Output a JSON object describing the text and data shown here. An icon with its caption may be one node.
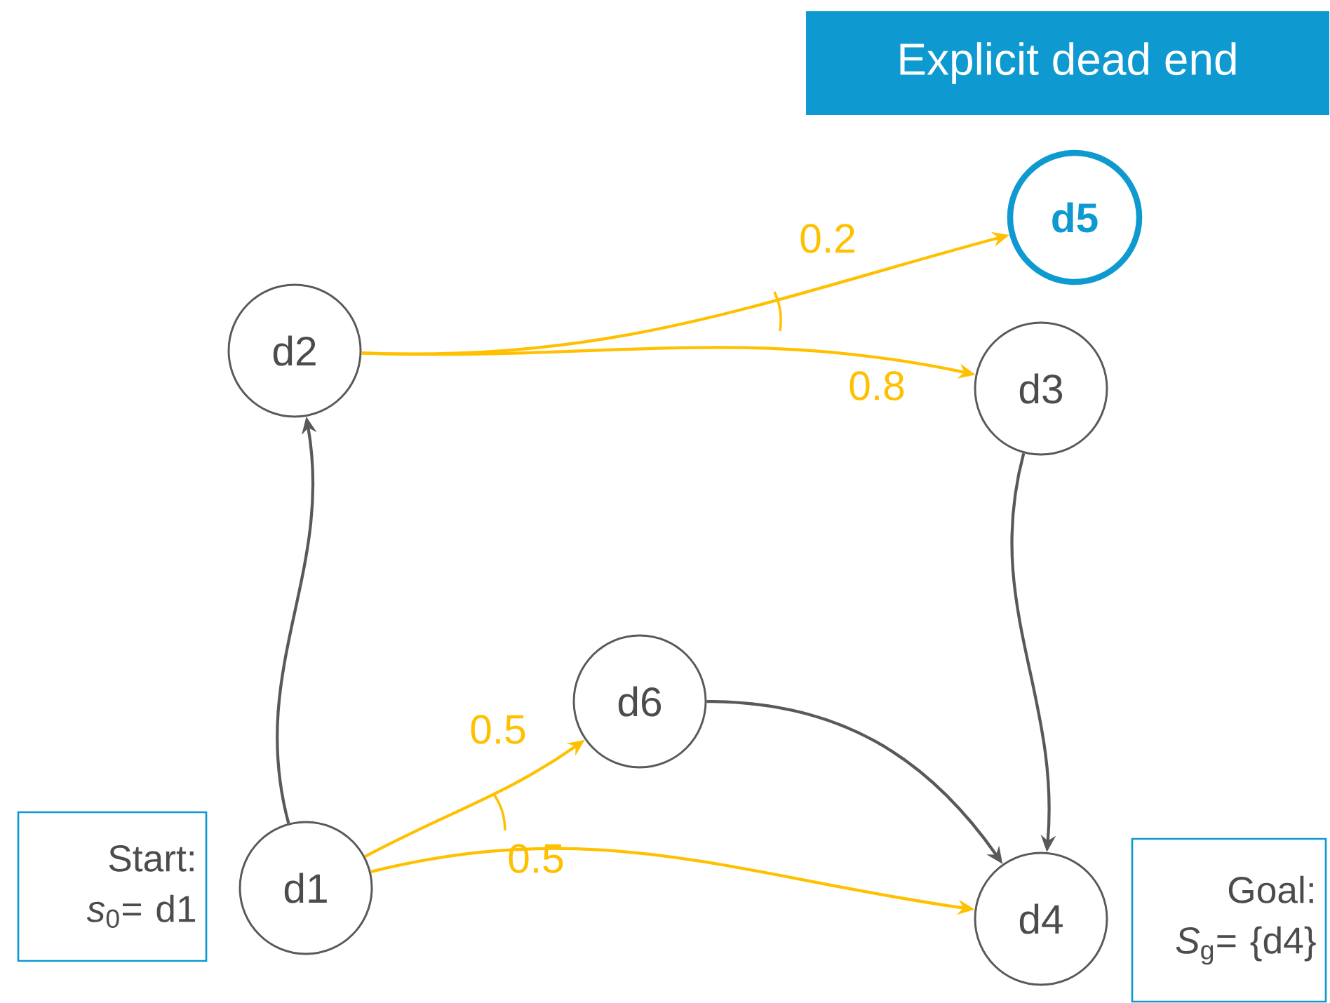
{
  "diagram": {
    "title": "Explicit dead end",
    "nodes": [
      {
        "text": [
          "d1"
        ]
      },
      {
        "text": [
          "d2"
        ]
      },
      {
        "text": [
          "d3"
        ]
      },
      {
        "text": [
          "d4"
        ]
      },
      {
        "text": [
          "d5"
        ]
      },
      {
        "text": [
          "d6"
        ]
      },
      {
        "text": [
          "Start: *s*$_{0}$= d1"
        ]
      },
      {
        "text": [
          "Goal: *S*$_{g}$= {d4}"
        ]
      }
    ],
    "edges": [
      {
        "from": 0,
        "to": 1,
        "arrow": "to",
        "color": "#595959"
      },
      {
        "from": 1,
        "to": 4,
        "arrow": "to",
        "label": "0.2"
      },
      {
        "from": 1,
        "to": 2,
        "arrow": "to",
        "label": "0.8"
      },
      {
        "from": 2,
        "to": 3,
        "arrow": "to",
        "color": "#595959"
      },
      {
        "from": 0,
        "to": 5,
        "arrow": "to",
        "label": "0.5"
      },
      {
        "from": 0,
        "to": 3,
        "arrow": "to",
        "label": "0.5"
      },
      {
        "from": 5,
        "to": 3,
        "arrow": "to",
        "color": "#595959"
      }
    ]
  }
}
